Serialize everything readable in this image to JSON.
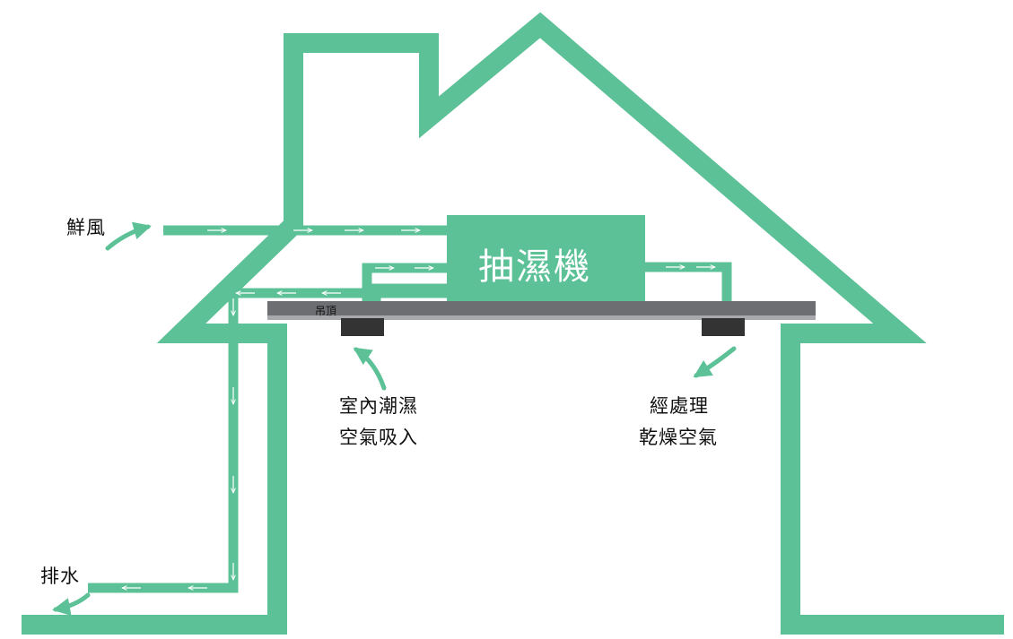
{
  "labels": {
    "fresh_air": "鮮風",
    "dehumidifier": "抽濕機",
    "ceiling": "吊頂",
    "indoor_intake_line1": "室內潮濕",
    "indoor_intake_line2": "空氣吸入",
    "treated_output_line1": "經處理",
    "treated_output_line2": "乾燥空氣",
    "drain": "排水"
  },
  "colors": {
    "house_outline": "#5cc197",
    "duct": "#5cc197",
    "flow_arrow": "#ffffff",
    "ceiling_panel": "#6d6e71",
    "vent": "#333333",
    "text": "#111111"
  }
}
